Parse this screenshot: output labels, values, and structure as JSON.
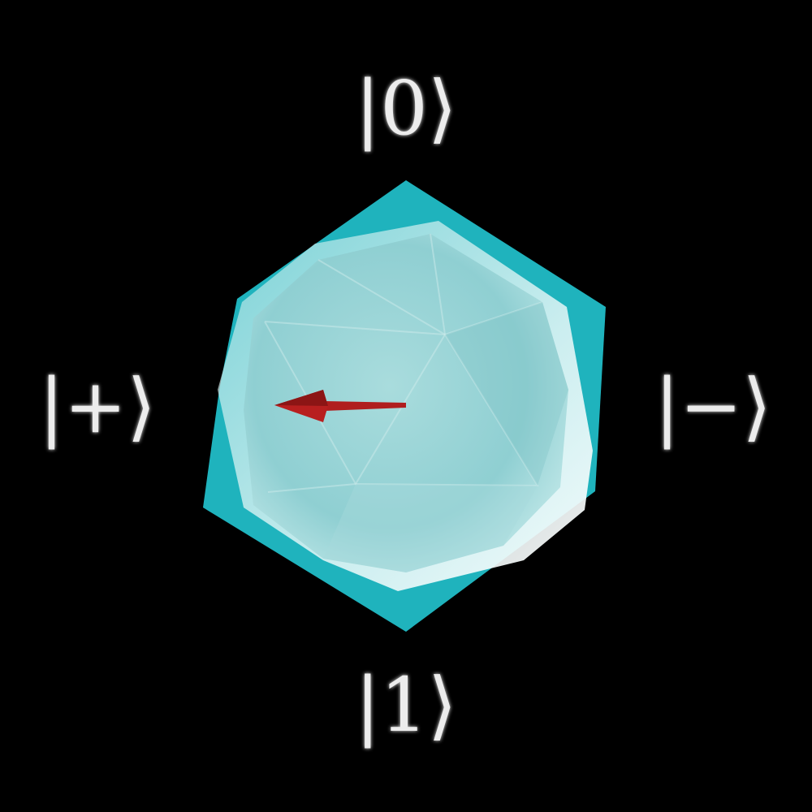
{
  "labels": {
    "top": "|0⟩",
    "bottom": "|1⟩",
    "left": "|+⟩",
    "right": "|−⟩"
  },
  "colors": {
    "background": "#000000",
    "outer_shell": "#1fb3bd",
    "inner_body": "#9fd6d8",
    "rim_highlight": "#e6f6f6",
    "arrow": "#b01e1e",
    "label": "#ececec"
  },
  "state_vector": {
    "direction_label": "|+⟩",
    "arrow_icon": "red-arrow"
  }
}
